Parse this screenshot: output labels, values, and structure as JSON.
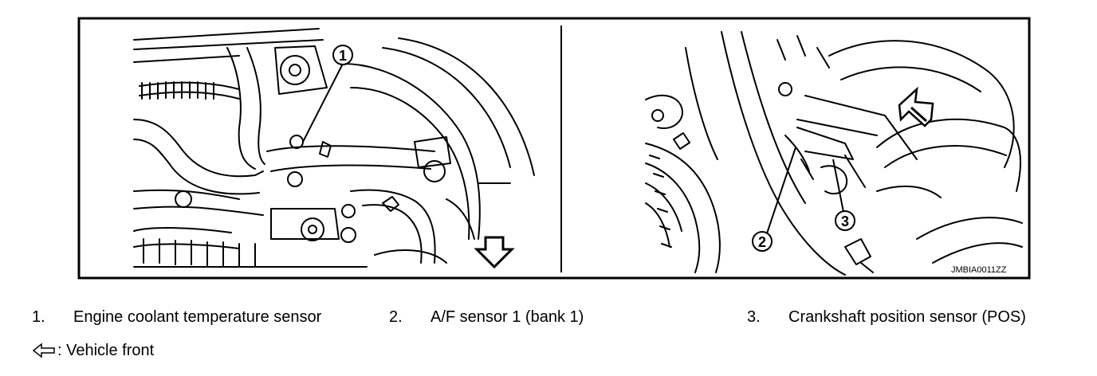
{
  "figure_code": "JMBIA0011ZZ",
  "callouts": [
    "1",
    "2",
    "3"
  ],
  "legend": [
    {
      "num": "1.",
      "text": "Engine coolant temperature sensor"
    },
    {
      "num": "2.",
      "text": "A/F sensor 1 (bank 1)"
    },
    {
      "num": "3.",
      "text": "Crankshaft position sensor (POS)"
    }
  ],
  "front_note": ": Vehicle front",
  "icons": {
    "direction": "outline-arrow-icon"
  }
}
